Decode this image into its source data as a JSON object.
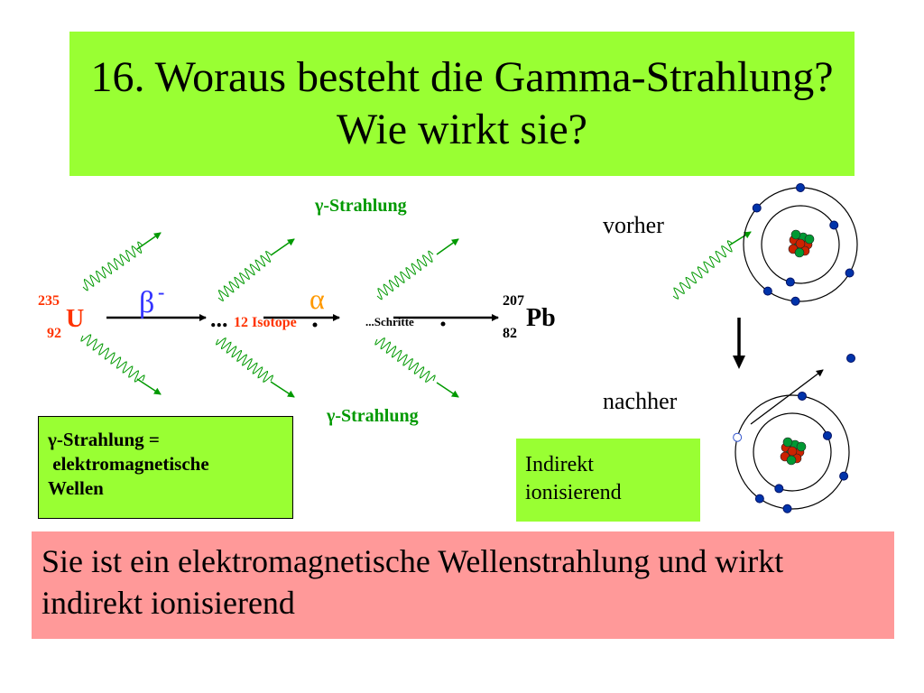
{
  "slide": {
    "title": "16. Woraus besteht die Gamma-Strahlung? Wie wirkt sie?"
  },
  "decay_chain": {
    "start": {
      "mass": "235",
      "atomic": "92",
      "symbol": "U"
    },
    "beta_label": "β",
    "beta_charge": "-",
    "alpha_label": "α",
    "dots": "...",
    "isotopes": "12 Isotope",
    "steps": "...Schritte",
    "end": {
      "mass": "207",
      "atomic": "82",
      "symbol": "Pb"
    },
    "gamma_top": "γ-Strahlung",
    "gamma_bottom": "γ-Strahlung"
  },
  "atom": {
    "before_label": "vorher",
    "after_label": "nachher"
  },
  "boxes": {
    "gamma_definition": [
      "γ-Strahlung =",
      " elektromagnetische",
      "Wellen"
    ],
    "indirect": [
      "Indirekt",
      "ionisierend"
    ]
  },
  "answer": "Sie ist ein elektromagnetische Wellenstrahlung und wirkt indirekt ionisierend",
  "colors": {
    "title_bg": "#99ff33",
    "answer_bg": "#ff9999",
    "gamma_green": "#009900",
    "isotope_red": "#ff3300",
    "beta_blue": "#3333ff",
    "alpha_orange": "#ff9900",
    "electron_blue": "#0033aa"
  }
}
